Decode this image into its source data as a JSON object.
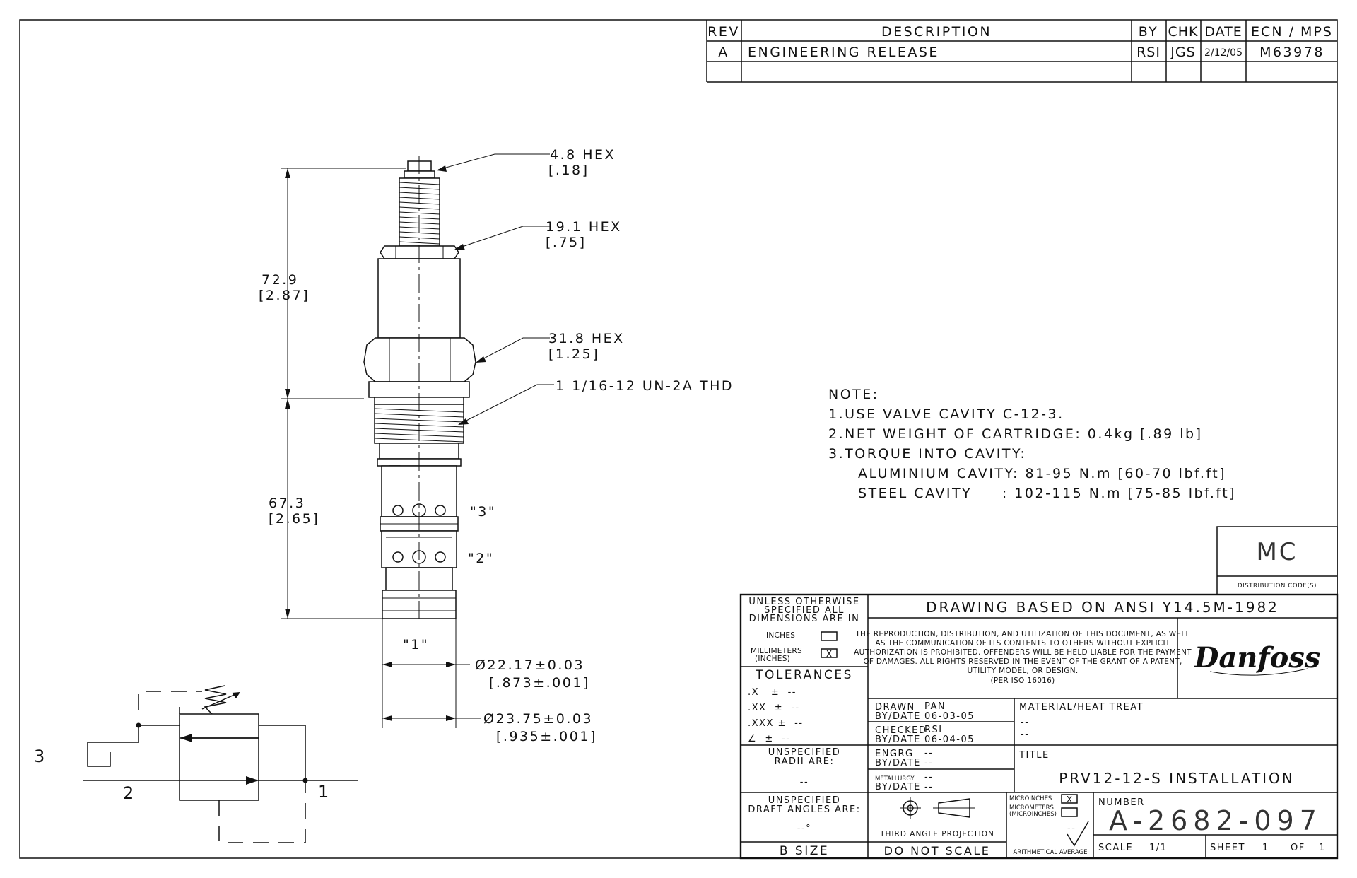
{
  "revision_block": {
    "headers": {
      "rev": "REV",
      "description": "DESCRIPTION",
      "by": "BY",
      "chk": "CHK",
      "date": "DATE",
      "ecn": "ECN / MPS"
    },
    "rows": [
      {
        "rev": "A",
        "description": "ENGINEERING RELEASE",
        "by": "RSI",
        "chk": "JGS",
        "date": "2/12/05",
        "ecn": "M63978"
      }
    ]
  },
  "callouts": {
    "hex_small": {
      "value": "4.8  HEX",
      "inch": "[.18]"
    },
    "hex_mid": {
      "value": "19.1  HEX",
      "inch": "[.75]"
    },
    "hex_large": {
      "value": "31.8  HEX",
      "inch": "[1.25]"
    },
    "thread": {
      "value": "1 1/16-12 UN-2A THD"
    },
    "upper_length": {
      "value": "72.9",
      "inch": "[2.87]"
    },
    "lower_length": {
      "value": "67.3",
      "inch": "[2.65]"
    },
    "port_3": "\"3\"",
    "port_2": "\"2\"",
    "port_1": "\"1\"",
    "dia_small": {
      "value": "Ø22.17±0.03",
      "inch": "[.873±.001]"
    },
    "dia_large": {
      "value": "Ø23.75±0.03",
      "inch": "[.935±.001]"
    }
  },
  "notes": {
    "title": "NOTE:",
    "lines": [
      "1.USE VALVE CAVITY C-12-3.",
      "2.NET WEIGHT OF CARTRIDGE: 0.4kg [.89 lb]",
      "3.TORQUE INTO CAVITY:",
      "ALUMINIUM CAVITY: 81-95 N.m [60-70 lbf.ft]",
      "STEEL CAVITY     : 102-115 N.m [75-85 lbf.ft]"
    ]
  },
  "schematic": {
    "port_3": "3",
    "port_2": "2",
    "port_1": "1"
  },
  "distribution": {
    "code": "MC",
    "label": "DISTRIBUTION CODE(S)"
  },
  "title_block": {
    "ansi": "DRAWING BASED ON ANSI Y14.5M-1982",
    "units": {
      "heading": [
        "UNLESS OTHERWISE",
        "SPECIFIED ALL",
        "DIMENSIONS ARE IN"
      ],
      "inches": "INCHES",
      "millimeters": [
        "MILLIMETERS",
        "(INCHES)"
      ],
      "mm_mark": "X"
    },
    "tolerances": {
      "heading": "TOLERANCES",
      "rows": [
        ".X   ±  --",
        ".XX  ±  --",
        ".XXX ±  --",
        "∠  ±  --"
      ]
    },
    "radii": {
      "label": [
        "UNSPECIFIED",
        "RADII ARE:"
      ],
      "value": "--"
    },
    "draft": {
      "label": [
        "UNSPECIFIED",
        "DRAFT ANGLES ARE:"
      ],
      "value": "--°"
    },
    "size": "B SIZE",
    "legal": [
      "THE REPRODUCTION, DISTRIBUTION, AND UTILIZATION OF THIS DOCUMENT, AS WELL",
      "AS THE COMMUNICATION OF ITS CONTENTS TO OTHERS WITHOUT EXPLICIT",
      "AUTHORIZATION IS PROHIBITED. OFFENDERS WILL BE HELD LIABLE FOR THE PAYMENT",
      "OF DAMAGES.  ALL RIGHTS RESERVED IN THE EVENT OF THE GRANT OF A PATENT,",
      "UTILITY MODEL, OR DESIGN.",
      "(PER ISO 16016)"
    ],
    "logo": "Danfoss",
    "drawn": {
      "label": [
        "DRAWN",
        "BY/DATE"
      ],
      "value": [
        "PAN",
        "06-03-05"
      ]
    },
    "checked": {
      "label": [
        "CHECKED",
        "BY/DATE"
      ],
      "value": [
        "RSI",
        "06-04-05"
      ]
    },
    "engrg": {
      "label": [
        "ENGRG",
        "BY/DATE"
      ],
      "value": [
        "--",
        "--"
      ]
    },
    "metallurgy": {
      "label": [
        "METALLURGY",
        "BY/DATE"
      ],
      "value": [
        "--",
        "--"
      ]
    },
    "material": {
      "label": "MATERIAL/HEAT TREAT",
      "value": [
        "--",
        "--"
      ]
    },
    "title": {
      "label": "TITLE",
      "value": "PRV12-12-S INSTALLATION"
    },
    "projection": "THIRD ANGLE PROJECTION",
    "do_not_scale": "DO NOT SCALE",
    "finish": {
      "microinches": "MICROINCHES",
      "micrometers": [
        "MICROMETERS",
        "(MICROINCHES)"
      ],
      "mark": "X",
      "value": "--",
      "label": "ARITHMETICAL AVERAGE"
    },
    "number": {
      "label": "NUMBER",
      "value": "A-2682-097"
    },
    "scale": {
      "label": "SCALE",
      "value": "1/1"
    },
    "sheet": {
      "label": "SHEET",
      "value": "1",
      "of": "OF",
      "total": "1"
    }
  }
}
